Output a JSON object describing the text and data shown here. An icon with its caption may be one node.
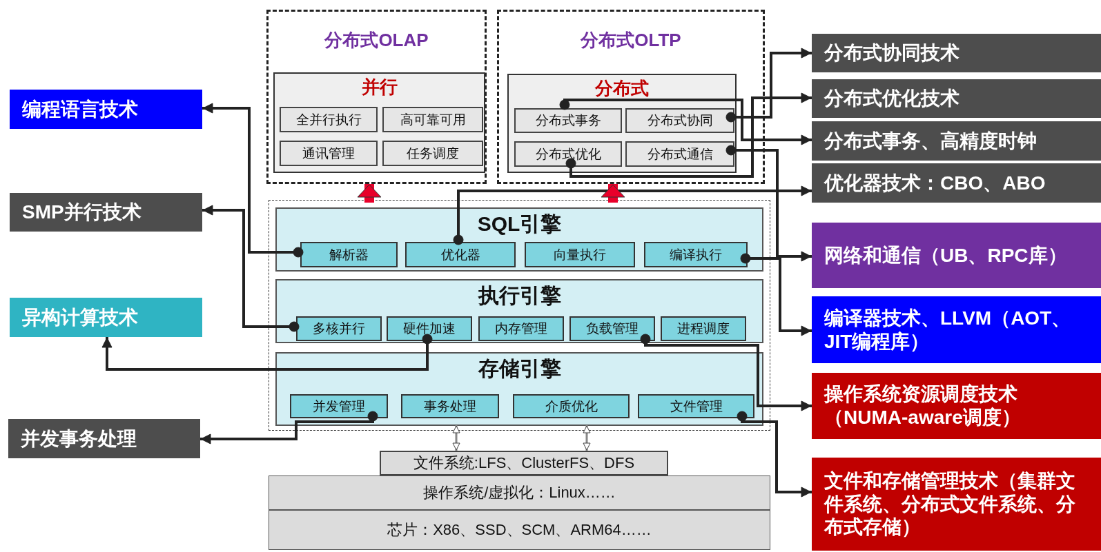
{
  "diagram": {
    "nodes": [
      {
        "text": [
          "分布式OLAP"
        ]
      },
      {
        "text": [
          "并行"
        ],
        "in": 0
      },
      {
        "text": [
          "全并行执行"
        ],
        "in": 1
      },
      {
        "text": [
          "高可靠可用"
        ],
        "in": 1
      },
      {
        "text": [
          "通讯管理"
        ],
        "in": 1
      },
      {
        "text": [
          "任务调度"
        ],
        "in": 1
      },
      {
        "text": [
          "分布式OLTP"
        ]
      },
      {
        "text": [
          "分布式"
        ],
        "in": 6
      },
      {
        "text": [
          "分布式事务"
        ],
        "in": 7
      },
      {
        "text": [
          "分布式协同"
        ],
        "in": 7
      },
      {
        "text": [
          "分布式优化"
        ],
        "in": 7
      },
      {
        "text": [
          "分布式通信"
        ],
        "in": 7
      },
      {
        "text": [],
        "shape": "box"
      },
      {
        "text": [
          "SQL引擎"
        ],
        "in": 12
      },
      {
        "text": [
          "解析器"
        ],
        "in": 13
      },
      {
        "text": [
          "优化器"
        ],
        "in": 13
      },
      {
        "text": [
          "向量执行"
        ],
        "in": 13
      },
      {
        "text": [
          "编译执行"
        ],
        "in": 13
      },
      {
        "text": [
          "执行引擎"
        ],
        "in": 12
      },
      {
        "text": [
          "多核并行"
        ],
        "in": 18
      },
      {
        "text": [
          "硬件加速"
        ],
        "in": 18
      },
      {
        "text": [
          "内存管理"
        ],
        "in": 18
      },
      {
        "text": [
          "负载管理"
        ],
        "in": 18
      },
      {
        "text": [
          "进程调度"
        ],
        "in": 18
      },
      {
        "text": [
          "存储引擎"
        ],
        "in": 12
      },
      {
        "text": [
          "并发管理"
        ],
        "in": 24
      },
      {
        "text": [
          "事务处理"
        ],
        "in": 24
      },
      {
        "text": [
          "介质优化"
        ],
        "in": 24
      },
      {
        "text": [
          "文件管理"
        ],
        "in": 24
      },
      {
        "text": [
          "文件系统:LFS、ClusterFS、DFS"
        ]
      },
      {
        "text": [
          "操作系统/虚拟化：Linux……"
        ]
      },
      {
        "text": [
          "芯片：X86、SSD、SCM、ARM64……"
        ]
      },
      {
        "text": [
          "编程语言技术"
        ]
      },
      {
        "text": [
          "SMP并行技术"
        ]
      },
      {
        "text": [
          "异构计算技术"
        ]
      },
      {
        "text": [
          "并发事务处理"
        ]
      },
      {
        "text": [
          "分布式协同技术"
        ]
      },
      {
        "text": [
          "分布式优化技术"
        ]
      },
      {
        "text": [
          "分布式事务、高精度时钟"
        ]
      },
      {
        "text": [
          "优化器技术：CBO、ABO"
        ]
      },
      {
        "text": [
          "网络和通信（UB、RPC库）"
        ]
      },
      {
        "text": [
          "编译器技术、LLVM（AOT、JIT编程库）"
        ]
      },
      {
        "text": [
          "操作系统资源调度技术（NUMA-aware调度）"
        ]
      },
      {
        "text": [
          "文件和存储管理技术（集群文件系统、分布式文件系统、分布式存储）"
        ]
      }
    ],
    "edges": [
      {
        "from": 14,
        "to": 32,
        "arrow": "to"
      },
      {
        "from": 19,
        "to": 33,
        "arrow": "to"
      },
      {
        "from": 20,
        "to": 34,
        "arrow": "to"
      },
      {
        "from": 25,
        "to": 35,
        "arrow": "to"
      },
      {
        "from": 9,
        "to": 36,
        "arrow": "to"
      },
      {
        "from": 8,
        "to": 38,
        "arrow": "to"
      },
      {
        "from": 10,
        "to": 37,
        "arrow": "to"
      },
      {
        "from": 15,
        "to": 39,
        "arrow": "to"
      },
      {
        "from": 11,
        "to": 40,
        "arrow": "to"
      },
      {
        "from": 17,
        "to": 41,
        "arrow": "to"
      },
      {
        "from": 22,
        "to": 42,
        "arrow": "to"
      },
      {
        "from": 28,
        "to": 43,
        "arrow": "to"
      },
      {
        "from": 12,
        "to": 0,
        "arrow": "to",
        "style": "thick",
        "color": "#e8002a"
      },
      {
        "from": 12,
        "to": 6,
        "arrow": "to",
        "style": "thick",
        "color": "#e8002a"
      },
      {
        "from": 24,
        "to": 29,
        "arrow": "both",
        "color": "#888888"
      },
      {
        "from": 24,
        "to": 29,
        "arrow": "both",
        "color": "#888888"
      }
    ]
  }
}
